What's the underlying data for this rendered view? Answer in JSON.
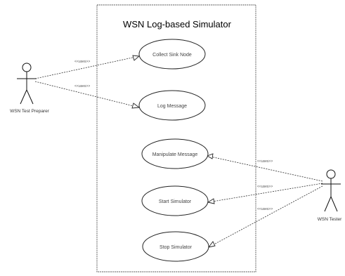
{
  "system": {
    "title": "WSN Log-based Simulator"
  },
  "actors": [
    {
      "id": "wsn-test-preparer",
      "label": "WSN Test Preparer"
    },
    {
      "id": "wsn-tester",
      "label": "WSN Tester"
    }
  ],
  "use_cases": [
    {
      "id": "collect-sink-node",
      "label": "Collect Sink Node"
    },
    {
      "id": "log-message",
      "label": "Log Message"
    },
    {
      "id": "manipulate-message",
      "label": "Manipulate Message"
    },
    {
      "id": "start-simulator",
      "label": "Start Simulator"
    },
    {
      "id": "stop-simulator",
      "label": "Stop Simulator"
    }
  ],
  "associations": [
    {
      "from": "wsn-test-preparer",
      "to": "collect-sink-node",
      "stereotype": "<<uses>>"
    },
    {
      "from": "wsn-test-preparer",
      "to": "log-message",
      "stereotype": "<<uses>>"
    },
    {
      "from": "wsn-tester",
      "to": "manipulate-message",
      "stereotype": "<<uses>>"
    },
    {
      "from": "wsn-tester",
      "to": "start-simulator",
      "stereotype": "<<uses>>"
    },
    {
      "from": "wsn-tester",
      "to": "stop-simulator",
      "stereotype": "<<uses>>"
    }
  ]
}
